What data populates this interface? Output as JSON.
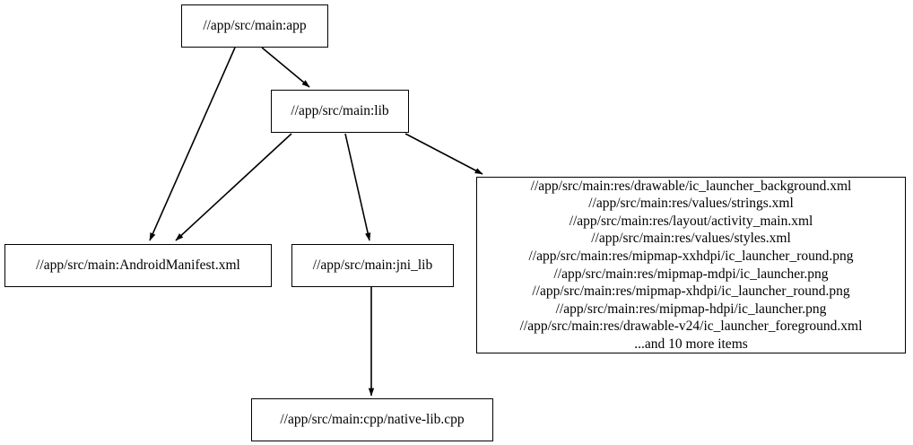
{
  "graph": {
    "type": "directed-dependency-graph",
    "background_color": "#ffffff",
    "node_border_color": "#000000",
    "edge_color": "#000000",
    "text_color": "#000000",
    "nodes": [
      {
        "id": "app",
        "label": "//app/src/main:app"
      },
      {
        "id": "lib",
        "label": "//app/src/main:lib"
      },
      {
        "id": "manifest",
        "label": "//app/src/main:AndroidManifest.xml"
      },
      {
        "id": "jni_lib",
        "label": "//app/src/main:jni_lib"
      },
      {
        "id": "cpp",
        "label": "//app/src/main:cpp/native-lib.cpp"
      },
      {
        "id": "resources",
        "lines": [
          "//app/src/main:res/drawable/ic_launcher_background.xml",
          "//app/src/main:res/values/strings.xml",
          "//app/src/main:res/layout/activity_main.xml",
          "//app/src/main:res/values/styles.xml",
          "//app/src/main:res/mipmap-xxhdpi/ic_launcher_round.png",
          "//app/src/main:res/mipmap-mdpi/ic_launcher.png",
          "//app/src/main:res/mipmap-xhdpi/ic_launcher_round.png",
          "//app/src/main:res/mipmap-hdpi/ic_launcher.png",
          "//app/src/main:res/drawable-v24/ic_launcher_foreground.xml",
          "...and 10 more items"
        ]
      }
    ],
    "edges": [
      {
        "id": "app-to-lib",
        "from": "app",
        "to": "lib"
      },
      {
        "id": "app-to-manifest",
        "from": "app",
        "to": "manifest"
      },
      {
        "id": "lib-to-manifest",
        "from": "lib",
        "to": "manifest"
      },
      {
        "id": "lib-to-jni_lib",
        "from": "lib",
        "to": "jni_lib"
      },
      {
        "id": "lib-to-resources",
        "from": "lib",
        "to": "resources"
      },
      {
        "id": "jni_lib-to-cpp",
        "from": "jni_lib",
        "to": "cpp"
      }
    ]
  }
}
